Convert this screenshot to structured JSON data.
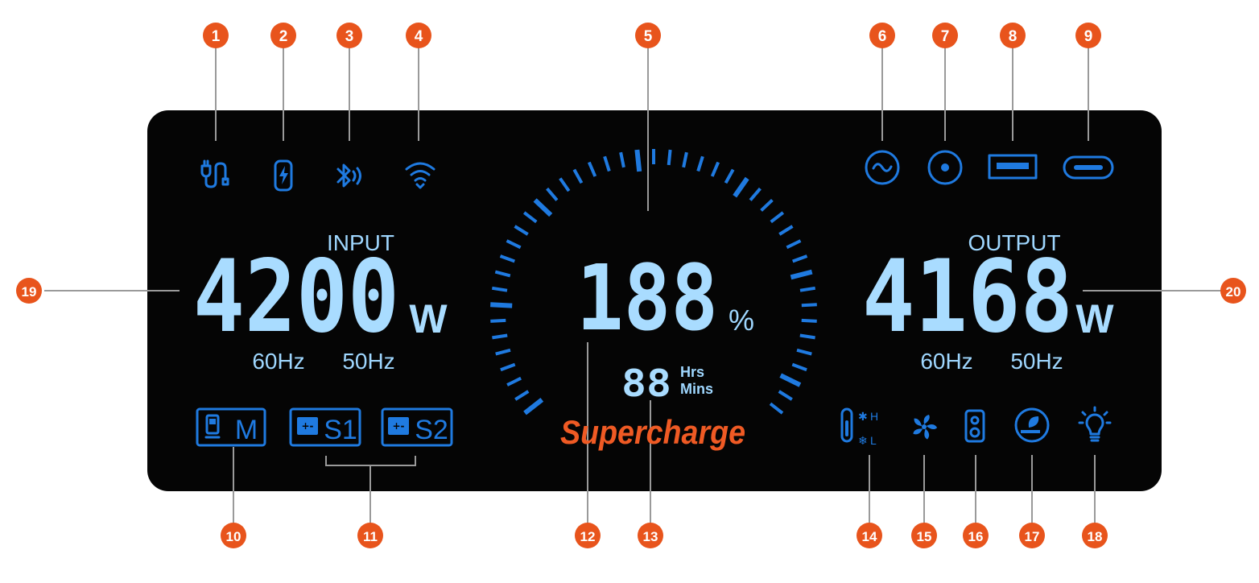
{
  "input": {
    "label": "INPUT",
    "value": "4200",
    "unit": "W",
    "freq_60": "60Hz",
    "freq_50": "50Hz"
  },
  "output": {
    "label": "OUTPUT",
    "value": "4168",
    "unit": "W",
    "freq_60": "60Hz",
    "freq_50": "50Hz"
  },
  "center": {
    "percent": "188",
    "percent_unit": "%",
    "time": "88",
    "hrs_label": "Hrs",
    "mins_label": "Mins",
    "supercharge": "Supercharge"
  },
  "battery_boxes": {
    "main": "M",
    "s1": "S1",
    "s2": "S2"
  },
  "temperature": {
    "high": "H",
    "low": "L"
  },
  "callouts": [
    "1",
    "2",
    "3",
    "4",
    "5",
    "6",
    "7",
    "8",
    "9",
    "10",
    "11",
    "12",
    "13",
    "14",
    "15",
    "16",
    "17",
    "18",
    "19",
    "20"
  ],
  "colors": {
    "panel": "#050505",
    "digits": "#a9dcff",
    "icon_blue": "#1f7ae0",
    "callout_orange": "#e8541c",
    "supercharge": "#ef5a24"
  },
  "icons": {
    "1": "ac-plug-icon",
    "2": "battery-charge-icon",
    "3": "bluetooth-icon",
    "4": "wifi-icon",
    "6": "ac-output-icon",
    "7": "dc-output-icon",
    "8": "usb-a-icon",
    "9": "usb-c-icon",
    "14": "temperature-icon",
    "15": "fan-icon",
    "16": "speaker-icon",
    "17": "eco-mode-icon",
    "18": "light-icon"
  }
}
